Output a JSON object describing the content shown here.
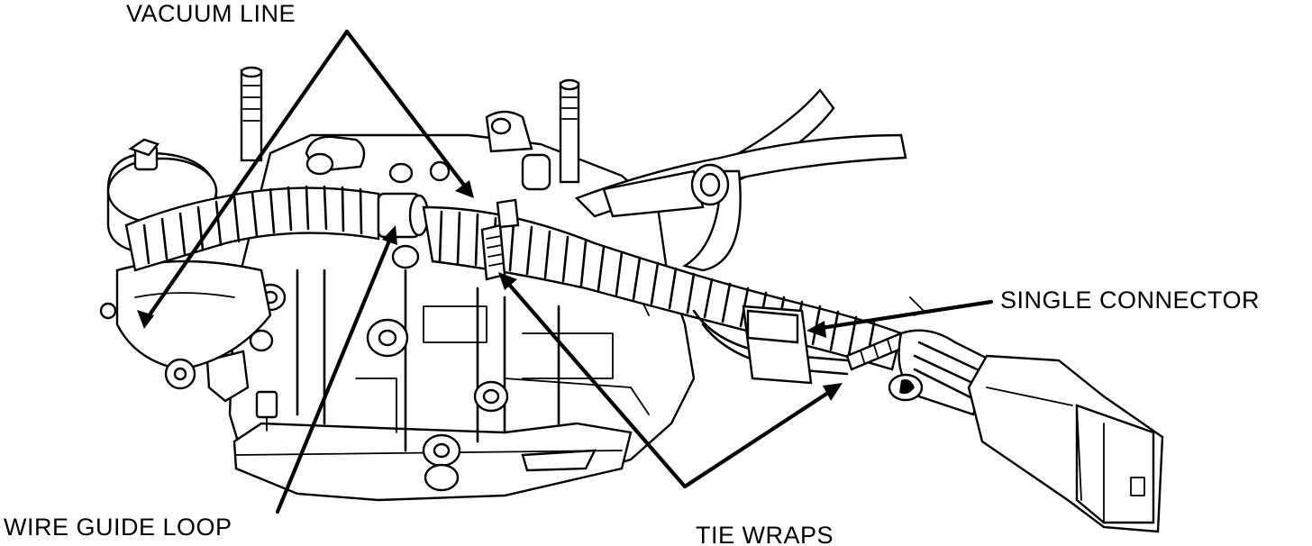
{
  "labels": {
    "vacuum_line": "VACUUM LINE",
    "single_connector": "SINGLE CONNECTOR",
    "wire_guide_loop": "WIRE GUIDE LOOP",
    "tie_wraps": "TIE WRAPS"
  },
  "colors": {
    "ink": "#000000",
    "paper": "#ffffff"
  }
}
